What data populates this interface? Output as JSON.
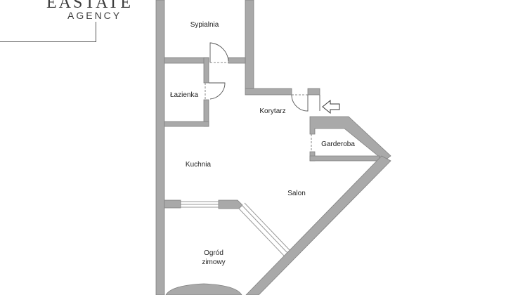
{
  "logo": {
    "title": "EASTATE",
    "subtitle": "AGENCY"
  },
  "rooms": {
    "sypialnia": "Sypialnia",
    "lazienka": "Łazienka",
    "korytarz": "Korytarz",
    "garderoba": "Garderoba",
    "kuchnia": "Kuchnia",
    "salon": "Salon",
    "ogrod_line1": "Ogród",
    "ogrod_line2": "zimowy"
  },
  "colors": {
    "wall": "#a9a9a9",
    "wall_outline": "#808080",
    "window": "#9a9a9a",
    "label": "#222222"
  },
  "icons": {
    "entrance": "arrow-left-outline-icon"
  }
}
